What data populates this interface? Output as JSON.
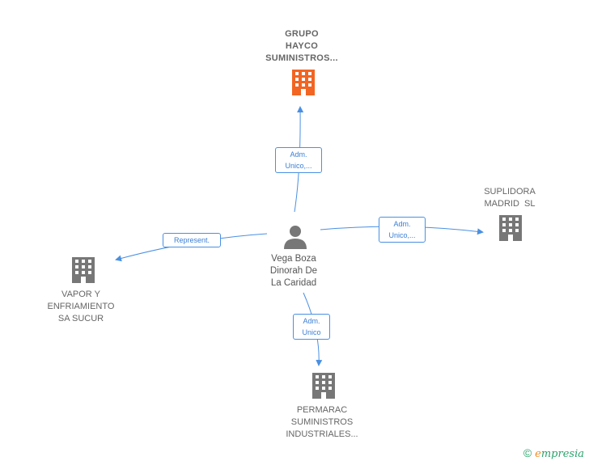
{
  "nodes": {
    "top": {
      "lines": [
        "GRUPO",
        "HAYCO",
        "SUMINISTROS..."
      ],
      "color": "#f26522"
    },
    "right": {
      "lines": [
        "SUPLIDORA",
        "MADRID  SL"
      ],
      "color": "#777777"
    },
    "left": {
      "lines": [
        "VAPOR Y",
        "ENFRIAMIENTO",
        "SA SUCUR"
      ],
      "color": "#777777"
    },
    "bottom": {
      "lines": [
        "PERMARAC",
        "SUMINISTROS",
        "INDUSTRIALES..."
      ],
      "color": "#777777"
    },
    "center": {
      "lines": [
        "Vega Boza",
        "Dinorah De",
        "La Caridad"
      ],
      "color": "#666666"
    }
  },
  "edges": {
    "top": {
      "lines": [
        "Adm.",
        "Unico,..."
      ]
    },
    "right": {
      "lines": [
        "Adm.",
        "Unico,..."
      ]
    },
    "left": {
      "lines": [
        "Represent."
      ]
    },
    "bottom": {
      "lines": [
        "Adm.",
        "Unico"
      ]
    }
  },
  "edge_color": "#4a90e2",
  "brand": {
    "copyright": "©",
    "e": "e",
    "rest": "mpresia"
  }
}
